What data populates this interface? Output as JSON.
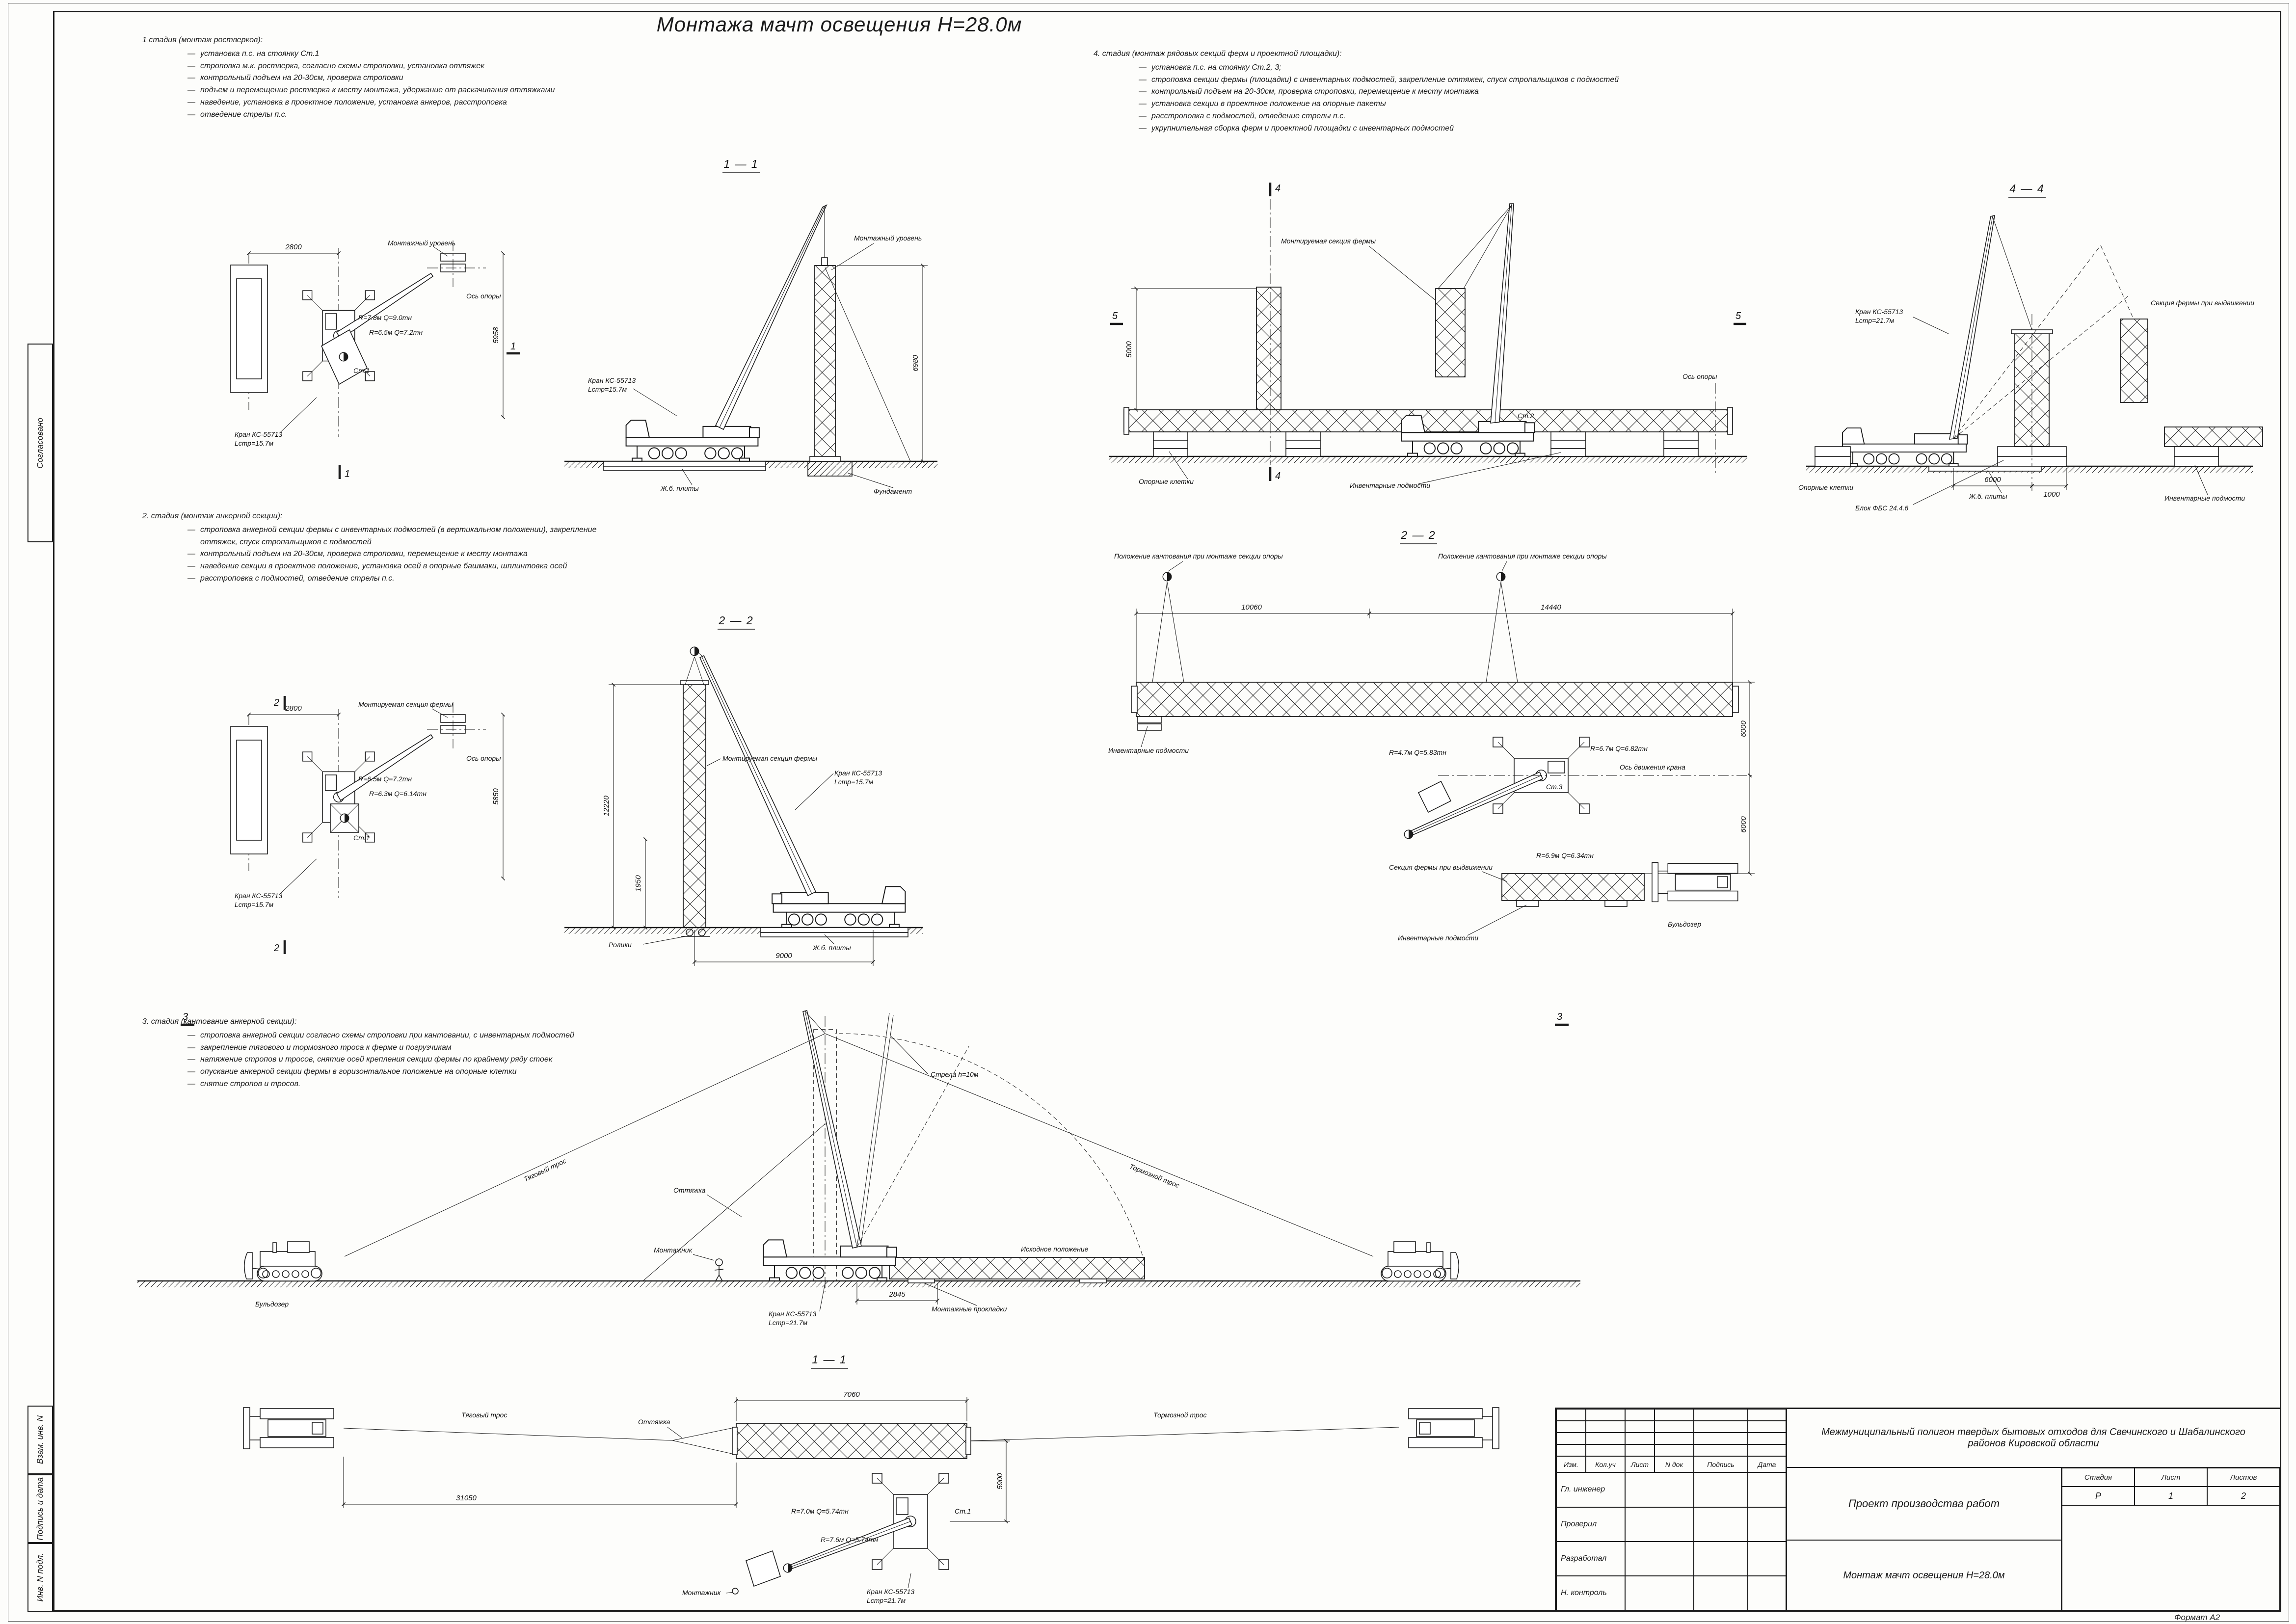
{
  "page": {
    "title": "Монтажа мачт освещения Н=28.0м",
    "format_note": "Формат А2"
  },
  "side": {
    "agreed": "Согласовано",
    "replace_inv": "Взам. инв. N",
    "sign_date": "Подпись и дата",
    "inv_no": "Инв. N подл."
  },
  "stage1": {
    "heading": "1 стадия (монтаж ростверков):",
    "items": [
      "установка п.с. на стоянку Ст.1",
      "строповка м.к. ростверка, согласно схемы строповки, установка оттяжек",
      "контрольный подъем на 20-30см, проверка строповки",
      "подъем и перемещение ростверка к месту монтажа, удержание от раскачивания оттяжками",
      "наведение, установка в проектное положение, установка анкеров, расстроповка",
      "отведение стрелы п.с."
    ]
  },
  "stage2": {
    "heading": "2. стадия (монтаж анкерной секции):",
    "items": [
      "строповка анкерной секции фермы с инвентарных подмостей (в вертикальном положении), закрепление оттяжек, спуск стропальщиков с подмостей",
      "контрольный подъем на 20-30см, проверка строповки, перемещение к месту монтажа",
      "наведение секции в проектное положение, установка осей в опорные башмаки, шплинтовка осей",
      "расстроповка с подмостей, отведение стрелы п.с."
    ]
  },
  "stage3": {
    "heading": "3. стадия (кантование анкерной секции):",
    "items": [
      "строповка анкерной секции согласно схемы строповки при кантовании, с инвентарных подмостей",
      "закрепление тягового и тормозного троса к ферме и погрузчикам",
      "натяжение стропов и тросов, снятие осей крепления секции фермы по крайнему ряду стоек",
      "опускание анкерной секции фермы в горизонтальное положение на опорные клетки",
      "снятие стропов и тросов."
    ]
  },
  "stage4": {
    "heading": "4. стадия (монтаж рядовых секций ферм и проектной площадки):",
    "items": [
      "установка п.с. на стоянку Ст.2, 3;",
      "строповка секции фермы (площадки) с инвентарных подмостей, закрепление оттяжек, спуск стропальщиков с подмостей",
      "контрольный подъем на 20-30см, проверка строповки, перемещение к месту монтажа",
      "установка секции в проектное положение на опорные пакеты",
      "расстроповка с подмостей, отведение стрелы п.с.",
      "укрупнительная сборка ферм и проектной площадки с инвентарных подмостей"
    ]
  },
  "view_titles": {
    "v11a": "1 — 1",
    "v22a": "2 — 2",
    "v44": "4 — 4",
    "v22b": "2 — 2",
    "v11b": "1 — 1"
  },
  "markers": {
    "m1": "1",
    "m2": "2",
    "m3": "3",
    "m4": "4",
    "m5": "5"
  },
  "labels": {
    "crane_name": "Кран КС-55713",
    "crane_l15": "Lстр=15.7м",
    "crane_l21": "Lстр=21.7м",
    "mount_level": "Монтажный уровень",
    "axis_support": "Ось опоры",
    "axis_crane": "Ось движения крана",
    "rc_slabs": "Ж.б. плиты",
    "foundation": "Фундамент",
    "st1": "Ст.1",
    "st2": "Ст.2",
    "st3": "Ст.3",
    "mounted_truss": "Монтируемая секция фермы",
    "inv_scaffold": "Инвентарные подмости",
    "support_cribs": "Опорные клетки",
    "fbs_block": "Блок ФБС 24.4.6",
    "rollers": "Ролики",
    "tow_rope": "Тяговый трос",
    "brake_rope": "Тормозной трос",
    "guy": "Оттяжка",
    "rigger": "Монтажник",
    "pads": "Монтажные прокладки",
    "initial_pos": "Исходное положение",
    "kant_pos": "Положение кантования при монтаже секции опоры",
    "dozer": "Бульдозер",
    "truss_extend": "Секция фермы при выдвижении",
    "boom10": "Стрела h=10м",
    "r1": "R=7.8м Q=9.0тн",
    "r2": "R=6.5м Q=7.2тн",
    "r3": "R=6.3м Q=6.14тн",
    "r4": "R=4.7м Q=5.83тн",
    "r5": "R=6.7м Q=6.82тн",
    "r6": "R=6.9м Q=6.34тн",
    "r7": "R=7.0м Q=5.74тн",
    "r8": "R=7.6м Q=5.74тн"
  },
  "dims": {
    "d2800": "2800",
    "d5958": "5958",
    "d5850": "5850",
    "d6980": "6980",
    "d12220": "12220",
    "d1950": "1950",
    "d9000": "9000",
    "d5000": "5000",
    "d10060": "10060",
    "d14440": "14440",
    "d6000": "6000",
    "d1000": "1000",
    "d2845": "2845",
    "d7060": "7060",
    "d31050": "31050",
    "d5900": "5900"
  },
  "title_block": {
    "project": "Межмуниципальный полигон твердых бытовых отходов для Свечинского и Шабалинского районов Кировской области",
    "doc_title": "Проект производства работ",
    "sheet_title": "Монтаж мачт освещения Н=28.0м",
    "cols": [
      "Изм.",
      "Кол.уч",
      "Лист",
      "N док",
      "Подпись",
      "Дата"
    ],
    "roles": [
      "Гл. инженер",
      "Проверил",
      "Разработал",
      "Н. контроль"
    ],
    "stage_h": "Стадия",
    "sheet_h": "Лист",
    "sheets_h": "Листов",
    "stage_v": "Р",
    "sheet_v": "1",
    "sheets_v": "2"
  }
}
